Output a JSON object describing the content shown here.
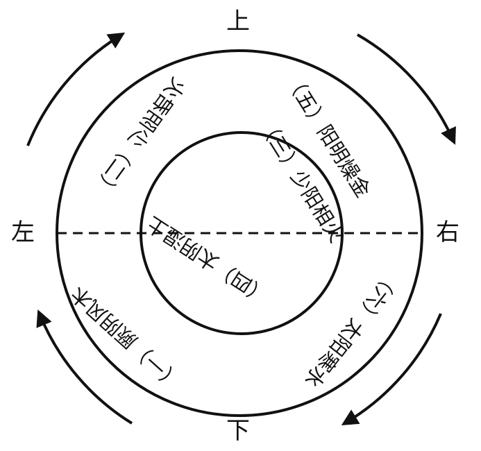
{
  "directions": {
    "top": "上",
    "bottom": "下",
    "left": "左",
    "right": "右"
  },
  "labels": {
    "one": "（一）厥阴风木",
    "two": "（二）少阴君火",
    "three": "（三）少阳相火",
    "four": "（四）太阴湿土",
    "five": "（五）阳明燥金",
    "six": "（六）太阳寒水"
  },
  "colors": {
    "ink": "#111111"
  }
}
